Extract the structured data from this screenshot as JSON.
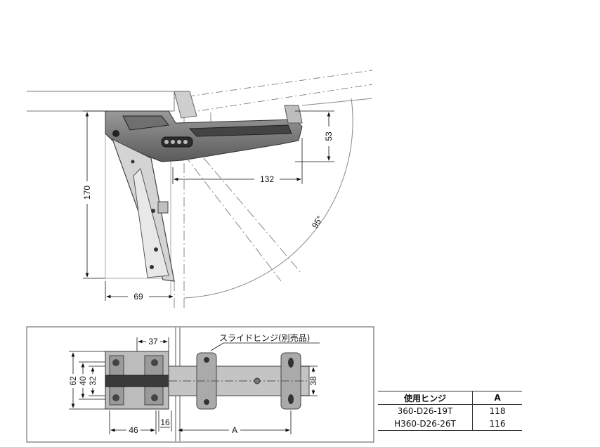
{
  "side_view": {
    "dim_height": "170",
    "dim_depth": "69",
    "dim_reach": "132",
    "dim_rise": "53",
    "angle": "95°"
  },
  "top_view": {
    "callout": "スライドヒンジ(別売品)",
    "dim_37": "37",
    "dim_62": "62",
    "dim_40": "40",
    "dim_32": "32",
    "dim_46": "46",
    "dim_16": "16",
    "dim_a": "A",
    "dim_38": "38"
  },
  "table": {
    "headers": [
      "使用ヒンジ",
      "A"
    ],
    "rows": [
      [
        "360-D26-19T",
        "118"
      ],
      [
        "H360-D26-26T",
        "116"
      ]
    ]
  }
}
